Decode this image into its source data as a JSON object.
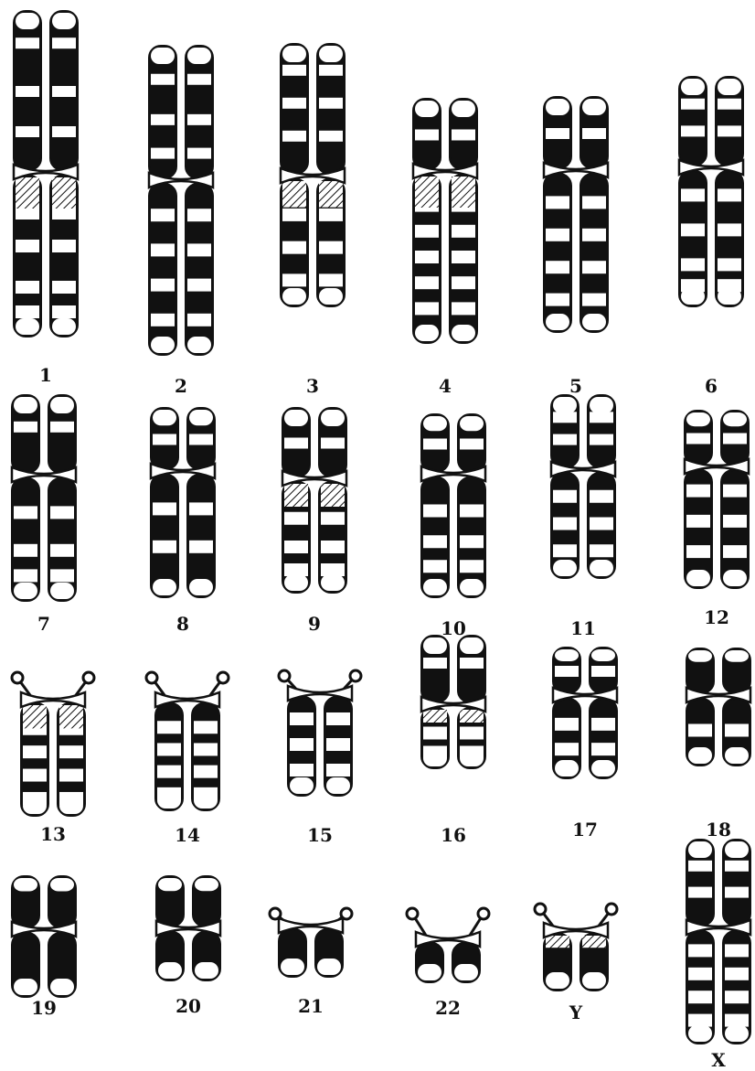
{
  "colors": {
    "ink": "#111111",
    "paper": "#ffffff"
  },
  "chromosomes": [
    {
      "label": "1",
      "kind": "meta",
      "pArm": 0.45,
      "qArm": 0.55,
      "hatch": true,
      "bandsP": [
        0.2,
        0.5,
        0.75
      ],
      "bandsQ": [
        0.25,
        0.45,
        0.7,
        0.85
      ]
    },
    {
      "label": "2",
      "kind": "meta",
      "pArm": 0.38,
      "qArm": 0.62,
      "hatch": false,
      "bandsP": [
        0.25,
        0.55,
        0.8
      ],
      "bandsQ": [
        0.2,
        0.4,
        0.6,
        0.8
      ]
    },
    {
      "label": "3",
      "kind": "meta",
      "pArm": 0.46,
      "qArm": 0.54,
      "hatch": true,
      "bandsP": [
        0.2,
        0.45,
        0.7
      ],
      "bandsQ": [
        0.3,
        0.55,
        0.8
      ]
    },
    {
      "label": "4",
      "kind": "sub",
      "pArm": 0.28,
      "qArm": 0.72,
      "hatch": true,
      "bandsP": [
        0.5
      ],
      "bandsQ": [
        0.2,
        0.35,
        0.5,
        0.65,
        0.8
      ]
    },
    {
      "label": "5",
      "kind": "sub",
      "pArm": 0.28,
      "qArm": 0.72,
      "hatch": false,
      "bandsP": [
        0.5
      ],
      "bandsQ": [
        0.2,
        0.4,
        0.6,
        0.8
      ]
    },
    {
      "label": "6",
      "kind": "sub",
      "pArm": 0.38,
      "qArm": 0.62,
      "hatch": false,
      "bandsP": [
        0.3,
        0.6
      ],
      "bandsQ": [
        0.2,
        0.45,
        0.7,
        0.85
      ]
    },
    {
      "label": "7",
      "kind": "sub",
      "pArm": 0.36,
      "qArm": 0.64,
      "hatch": false,
      "bandsP": [
        0.4
      ],
      "bandsQ": [
        0.3,
        0.6,
        0.8
      ]
    },
    {
      "label": "8",
      "kind": "sub",
      "pArm": 0.32,
      "qArm": 0.68,
      "hatch": false,
      "bandsP": [
        0.5
      ],
      "bandsQ": [
        0.3,
        0.6
      ]
    },
    {
      "label": "9",
      "kind": "sub",
      "pArm": 0.32,
      "qArm": 0.68,
      "hatch": true,
      "bandsP": [
        0.5
      ],
      "bandsQ": [
        0.35,
        0.6,
        0.8
      ]
    },
    {
      "label": "10",
      "kind": "sub",
      "pArm": 0.3,
      "qArm": 0.7,
      "hatch": false,
      "bandsP": [
        0.5
      ],
      "bandsQ": [
        0.3,
        0.55,
        0.75
      ]
    },
    {
      "label": "11",
      "kind": "sub",
      "pArm": 0.38,
      "qArm": 0.62,
      "hatch": false,
      "bandsP": [
        0.3,
        0.6
      ],
      "bandsQ": [
        0.25,
        0.5,
        0.75
      ]
    },
    {
      "label": "12",
      "kind": "sub",
      "pArm": 0.22,
      "qArm": 0.78,
      "hatch": false,
      "bandsP": [
        0.5
      ],
      "bandsQ": [
        0.2,
        0.45,
        0.7
      ]
    },
    {
      "label": "13",
      "kind": "acro",
      "pArm": 0.1,
      "qArm": 0.9,
      "hatch": true,
      "bandsP": [],
      "bandsQ": [
        0.25,
        0.45,
        0.65,
        0.85
      ]
    },
    {
      "label": "14",
      "kind": "acro",
      "pArm": 0.1,
      "qArm": 0.9,
      "hatch": false,
      "bandsP": [],
      "bandsQ": [
        0.25,
        0.45,
        0.65,
        0.85
      ]
    },
    {
      "label": "15",
      "kind": "acro",
      "pArm": 0.1,
      "qArm": 0.9,
      "hatch": false,
      "bandsP": [],
      "bandsQ": [
        0.25,
        0.5,
        0.75
      ]
    },
    {
      "label": "16",
      "kind": "sub",
      "pArm": 0.38,
      "qArm": 0.62,
      "hatch": true,
      "bandsP": [
        0.4
      ],
      "bandsQ": [
        0.45,
        0.75
      ]
    },
    {
      "label": "17",
      "kind": "sub",
      "pArm": 0.3,
      "qArm": 0.7,
      "hatch": false,
      "bandsP": [
        0.5
      ],
      "bandsQ": [
        0.35,
        0.65
      ]
    },
    {
      "label": "18",
      "kind": "sub",
      "pArm": 0.28,
      "qArm": 0.72,
      "hatch": false,
      "bandsP": [],
      "bandsQ": [
        0.5
      ]
    },
    {
      "label": "19",
      "kind": "meta",
      "pArm": 0.48,
      "qArm": 0.52,
      "hatch": false,
      "bandsP": [],
      "bandsQ": []
    },
    {
      "label": "20",
      "kind": "meta",
      "pArm": 0.46,
      "qArm": 0.54,
      "hatch": false,
      "bandsP": [],
      "bandsQ": []
    },
    {
      "label": "21",
      "kind": "acro",
      "pArm": 0.1,
      "qArm": 0.9,
      "hatch": false,
      "bandsP": [],
      "bandsQ": []
    },
    {
      "label": "22",
      "kind": "acro",
      "pArm": 0.1,
      "qArm": 0.9,
      "hatch": false,
      "bandsP": [],
      "bandsQ": []
    },
    {
      "label": "Y",
      "kind": "acro",
      "pArm": 0.22,
      "qArm": 0.78,
      "hatch": true,
      "bandsP": [],
      "bandsQ": []
    },
    {
      "label": "X",
      "kind": "sub",
      "pArm": 0.4,
      "qArm": 0.6,
      "hatch": false,
      "bandsP": [
        0.3,
        0.6
      ],
      "bandsQ": [
        0.2,
        0.4,
        0.6,
        0.8
      ]
    }
  ]
}
